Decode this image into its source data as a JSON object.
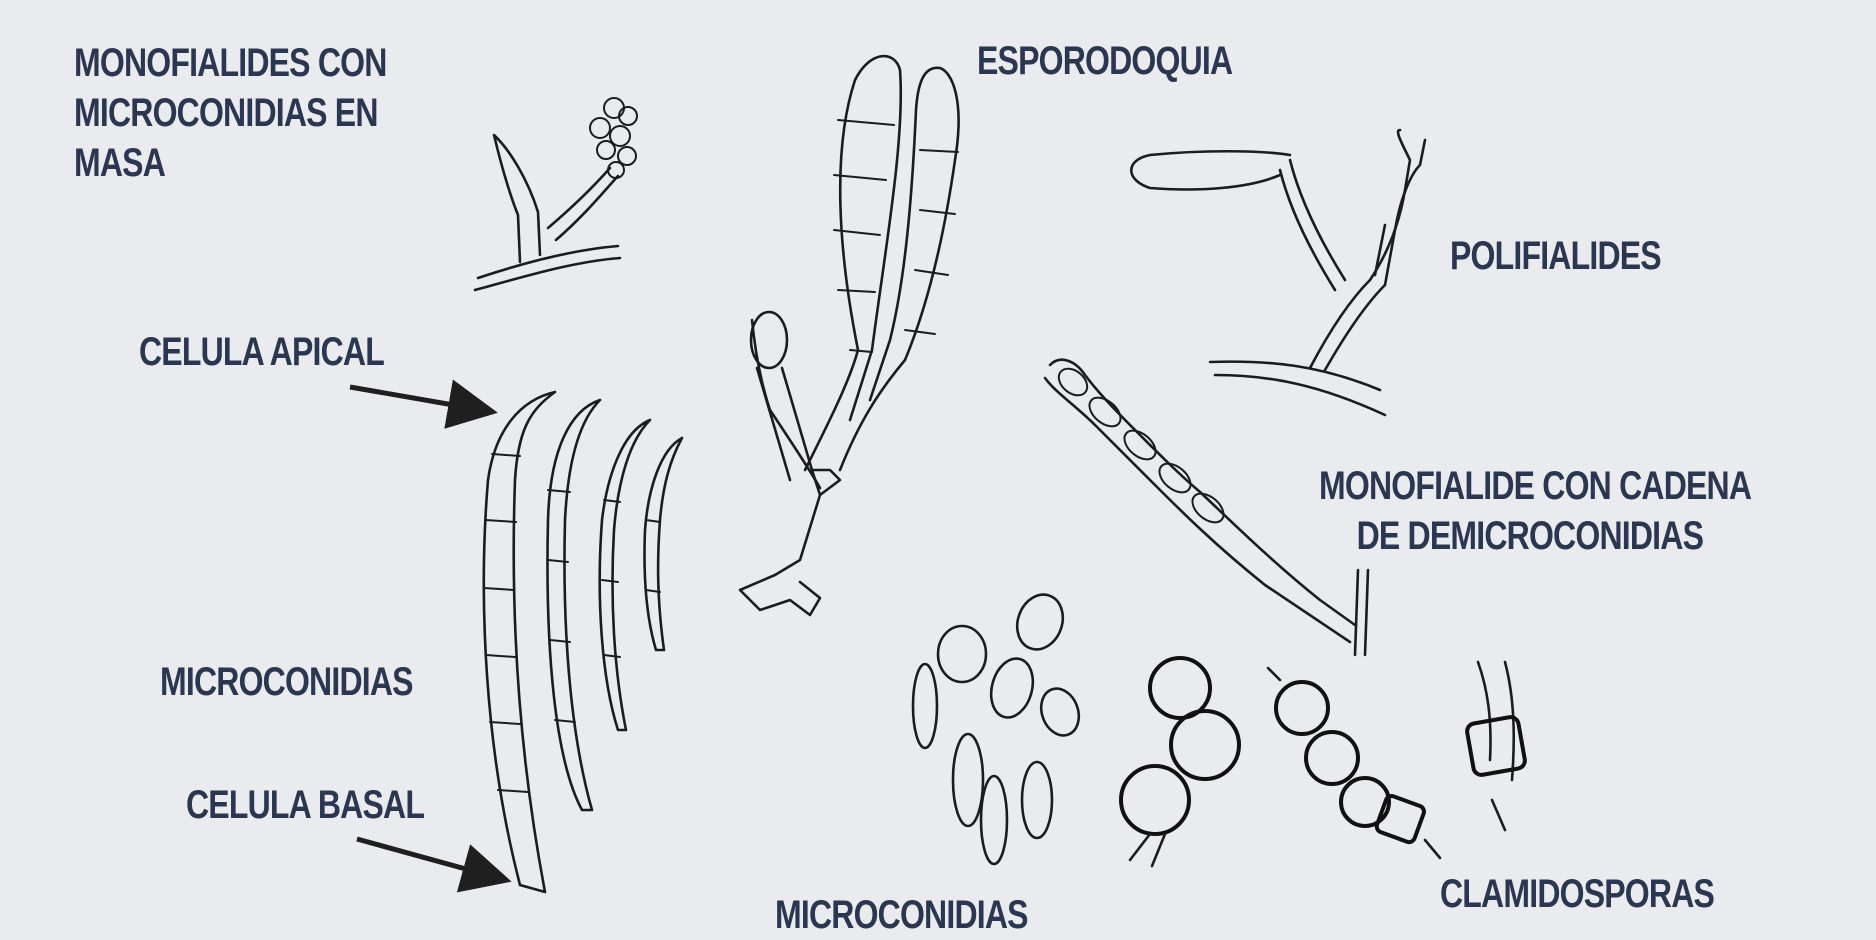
{
  "labels": {
    "monofialides_line1": "MONOFIALIDES CON",
    "monofialides_line2": "MICROCONIDIAS EN",
    "monofialides_line3": "MASA",
    "esporodoquia": "ESPORODOQUIA",
    "polifialides": "POLIFIALIDES",
    "celula_apical": "CELULA APICAL",
    "monofialide_cadena_line1": "MONOFIALIDE CON CADENA",
    "monofialide_cadena_line2": "DE DEMICROCONIDIAS",
    "microconidias_left": "MICROCONIDIAS",
    "celula_basal": "CELULA BASAL",
    "microconidias_bottom": "MICROCONIDIAS",
    "clamidosporas": "CLAMIDOSPORAS"
  },
  "colors": {
    "background": "#e9ebef",
    "label_text": "#2b3650",
    "ink": "#1c1c1c"
  }
}
